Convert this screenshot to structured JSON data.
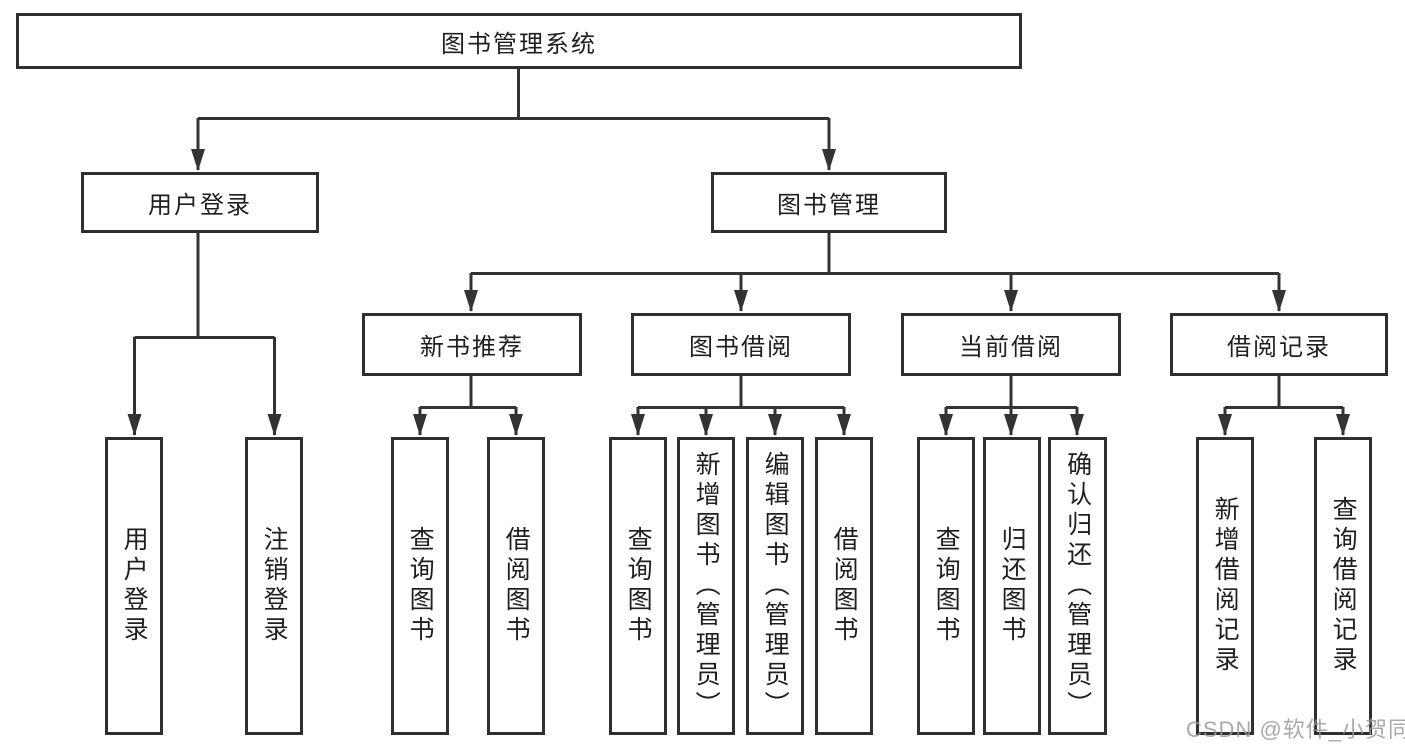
{
  "diagram": {
    "root_label": "图书管理系统",
    "branches": [
      {
        "label": "用户登录",
        "children": [
          "用户登录",
          "注销登录"
        ]
      },
      {
        "label": "图书管理",
        "groups": [
          {
            "label": "新书推荐",
            "children": [
              "查询图书",
              "借阅图书"
            ]
          },
          {
            "label": "图书借阅",
            "children": [
              "查询图书",
              "新增图书（管理员）",
              "编辑图书（管理员）",
              "借阅图书"
            ]
          },
          {
            "label": "当前借阅",
            "children": [
              "查询图书",
              "归还图书",
              "确认归还（管理员）"
            ]
          },
          {
            "label": "借阅记录",
            "children": [
              "新增借阅记录",
              "查询借阅记录"
            ]
          }
        ]
      }
    ],
    "colors": {
      "line": "#333333",
      "box_border": "#2f2f2f",
      "text": "#1f1f1f",
      "background": "#ffffff",
      "watermark": "#969696"
    }
  },
  "watermark": {
    "text": "CSDN @软件_小贺同学"
  }
}
